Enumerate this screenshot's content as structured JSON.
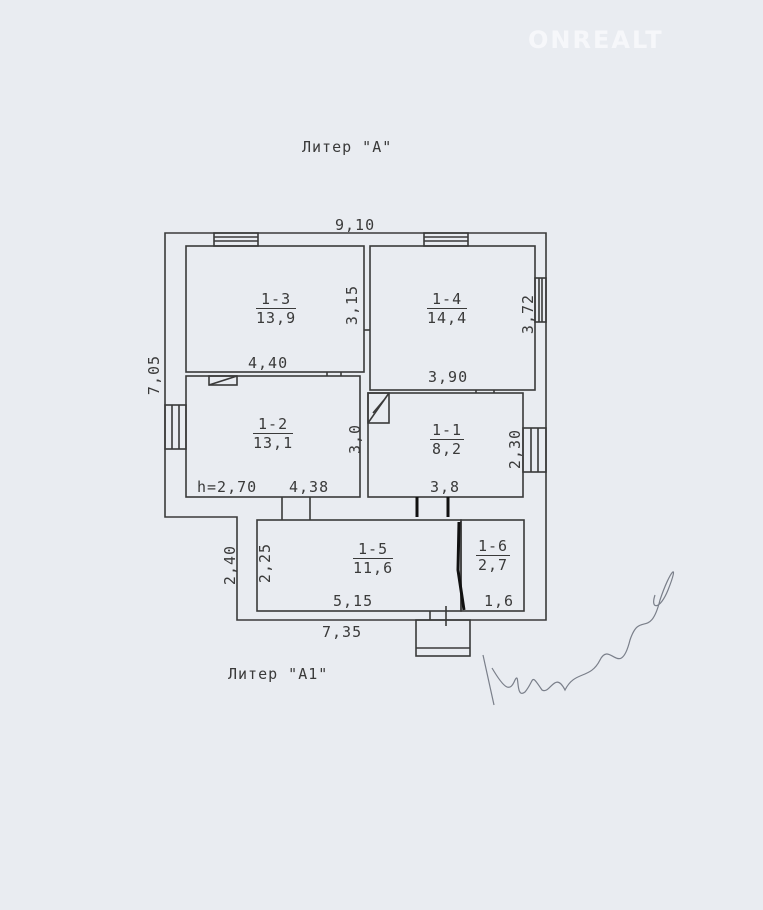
{
  "watermark": {
    "brand": "ONREALT"
  },
  "plan": {
    "title_a": "Литер \"А\"",
    "title_a1": "Литер \"А1\"",
    "dimensions": {
      "top_width": "9,10",
      "left_height": "7,05",
      "a1_left_height": "2,40",
      "a1_bottom_width": "7,35",
      "room13_width": "4,40",
      "room13_height": "3,15",
      "room14_width": "3,90",
      "room14_height": "3,72",
      "room12_height": "3,0",
      "room12_width": "4,38",
      "ceiling_height": "h=2,70",
      "room11_width": "3,8",
      "room11_height": "2,30",
      "room15_height": "2,25",
      "room15_width": "5,15",
      "room16_width": "1,6"
    },
    "rooms": [
      {
        "id": "1-3",
        "area": "13,9"
      },
      {
        "id": "1-4",
        "area": "14,4"
      },
      {
        "id": "1-2",
        "area": "13,1"
      },
      {
        "id": "1-1",
        "area": "8,2"
      },
      {
        "id": "1-5",
        "area": "11,6"
      },
      {
        "id": "1-6",
        "area": "2,7"
      }
    ]
  }
}
